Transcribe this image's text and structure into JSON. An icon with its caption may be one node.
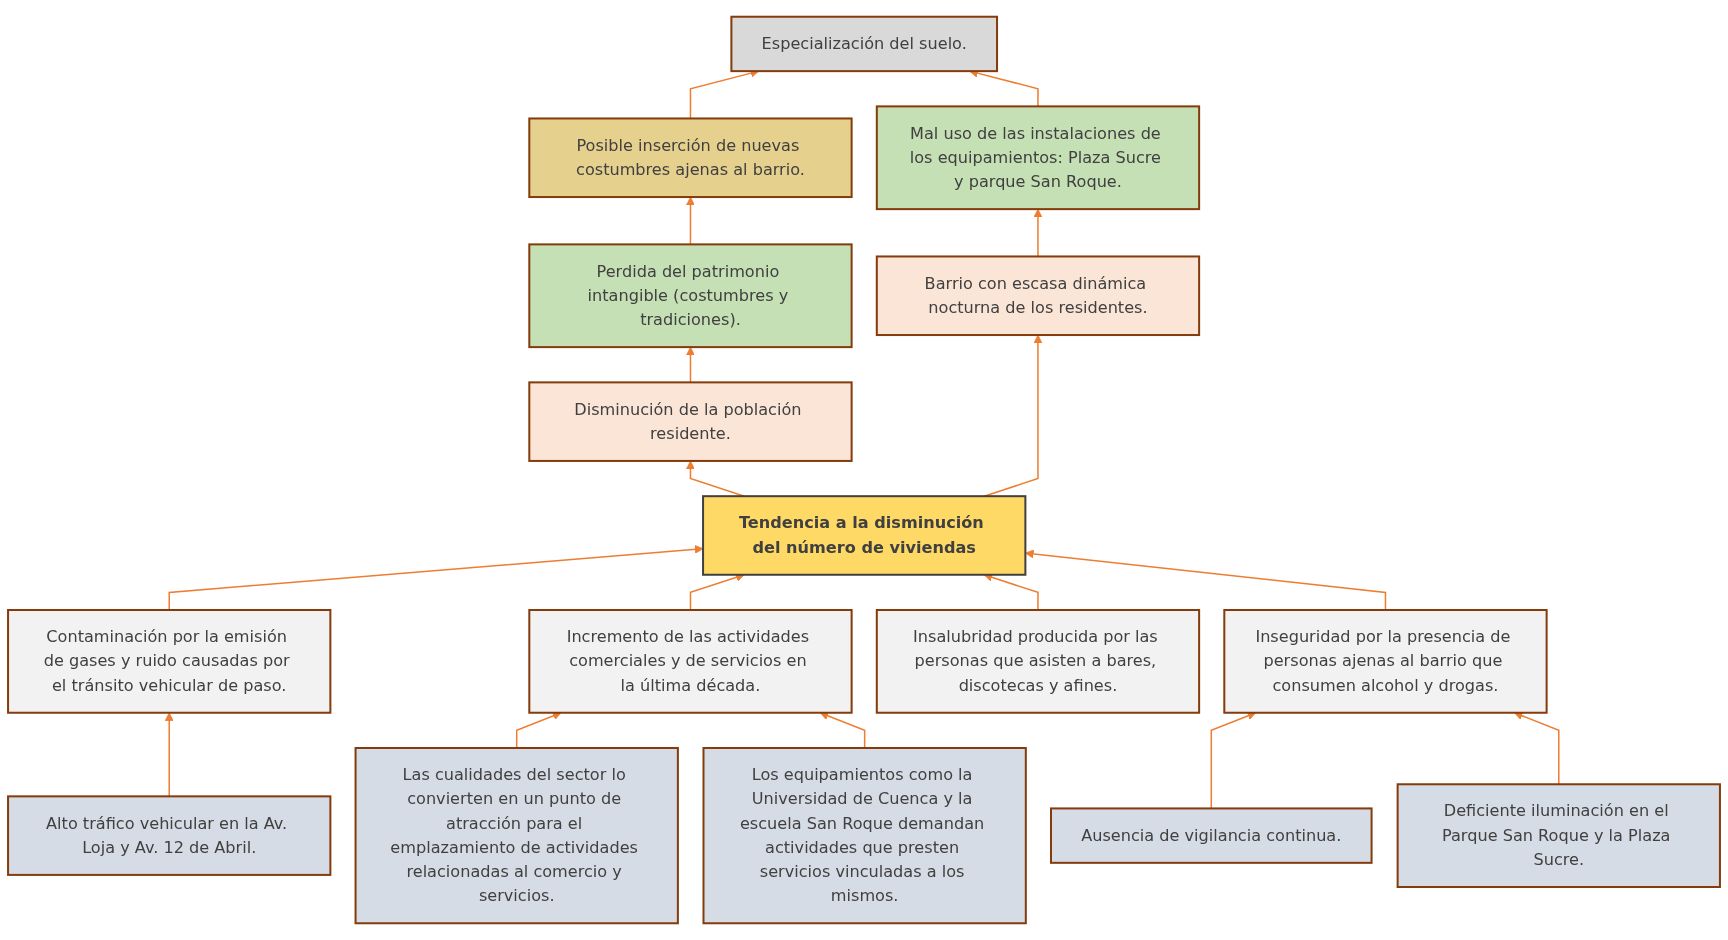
{
  "diagram": {
    "nodes": [
      {
        "text": [
          "Especialización del suelo."
        ]
      },
      {
        "text": [
          "Posible inserción de nuevas costumbres ajenas al barrio."
        ]
      },
      {
        "text": [
          "Mal uso de las instalaciones de los equipamientos: Plaza Sucre y parque San Roque."
        ]
      },
      {
        "text": [
          "Perdida del patrimonio intangible (costumbres y tradiciones)."
        ]
      },
      {
        "text": [
          "Barrio con escasa dinámica nocturna de los residentes."
        ]
      },
      {
        "text": [
          "Disminución de la población residente."
        ]
      },
      {
        "text": [
          "Tendencia a la disminución del número de viviendas"
        ]
      },
      {
        "text": [
          "Contaminación por la emisión de gases y ruido causadas por el tránsito vehicular de paso."
        ]
      },
      {
        "text": [
          "Incremento de las actividades comerciales y de servicios en la última década."
        ]
      },
      {
        "text": [
          "Insalubridad producida por las personas que asisten a bares, discotecas y afines."
        ]
      },
      {
        "text": [
          "Inseguridad por la presencia de personas ajenas al barrio que consumen alcohol y drogas."
        ]
      },
      {
        "text": [
          "Alto tráfico vehicular en la Av. Loja y Av. 12 de Abril."
        ]
      },
      {
        "text": [
          "Las cualidades del sector lo convierten en un punto de atracción para el emplazamiento de actividades relacionadas al comercio y servicios."
        ]
      },
      {
        "text": [
          "Los equipamientos como la Universidad de Cuenca y la escuela San Roque demandan actividades que presten servicios vinculadas a los mismos."
        ]
      },
      {
        "text": [
          "Ausencia de vigilancia continua."
        ]
      },
      {
        "text": [
          "Deficiente iluminación en el Parque San Roque y la Plaza Sucre."
        ]
      }
    ],
    "edges": [
      {
        "from": 1,
        "to": 0,
        "arrow": "to"
      },
      {
        "from": 2,
        "to": 0,
        "arrow": "to"
      },
      {
        "from": 3,
        "to": 1,
        "arrow": "to"
      },
      {
        "from": 5,
        "to": 3,
        "arrow": "to"
      },
      {
        "from": 4,
        "to": 2,
        "arrow": "to"
      },
      {
        "from": 6,
        "to": 5,
        "arrow": "to"
      },
      {
        "from": 6,
        "to": 4,
        "arrow": "to"
      },
      {
        "from": 7,
        "to": 6,
        "arrow": "to"
      },
      {
        "from": 8,
        "to": 6,
        "arrow": "to"
      },
      {
        "from": 9,
        "to": 6,
        "arrow": "to"
      },
      {
        "from": 10,
        "to": 6,
        "arrow": "to"
      },
      {
        "from": 11,
        "to": 7,
        "arrow": "to"
      },
      {
        "from": 12,
        "to": 8,
        "arrow": "to"
      },
      {
        "from": 13,
        "to": 8,
        "arrow": "to"
      },
      {
        "from": 14,
        "to": 10,
        "arrow": "to"
      },
      {
        "from": 15,
        "to": 10,
        "arrow": "to"
      }
    ]
  }
}
